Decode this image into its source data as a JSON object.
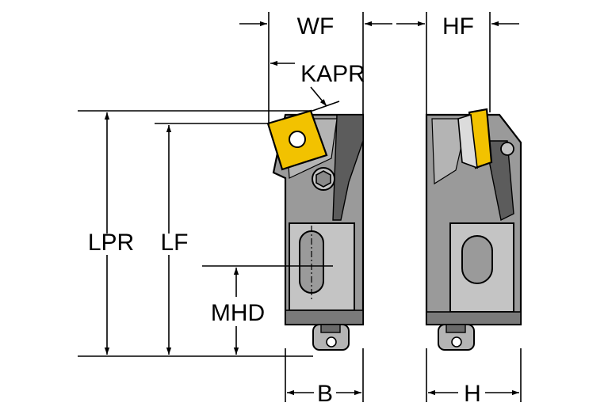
{
  "labels": {
    "wf": "WF",
    "hf": "HF",
    "kapr": "KAPR",
    "lpr": "LPR",
    "lf": "LF",
    "mhd": "MHD",
    "b": "B",
    "h": "H"
  },
  "colors": {
    "body_gray": "#9a9a9a",
    "body_dark": "#5c5c5c",
    "body_light": "#c4c4c4",
    "insert_yellow": "#f2c200",
    "line": "#000000"
  }
}
